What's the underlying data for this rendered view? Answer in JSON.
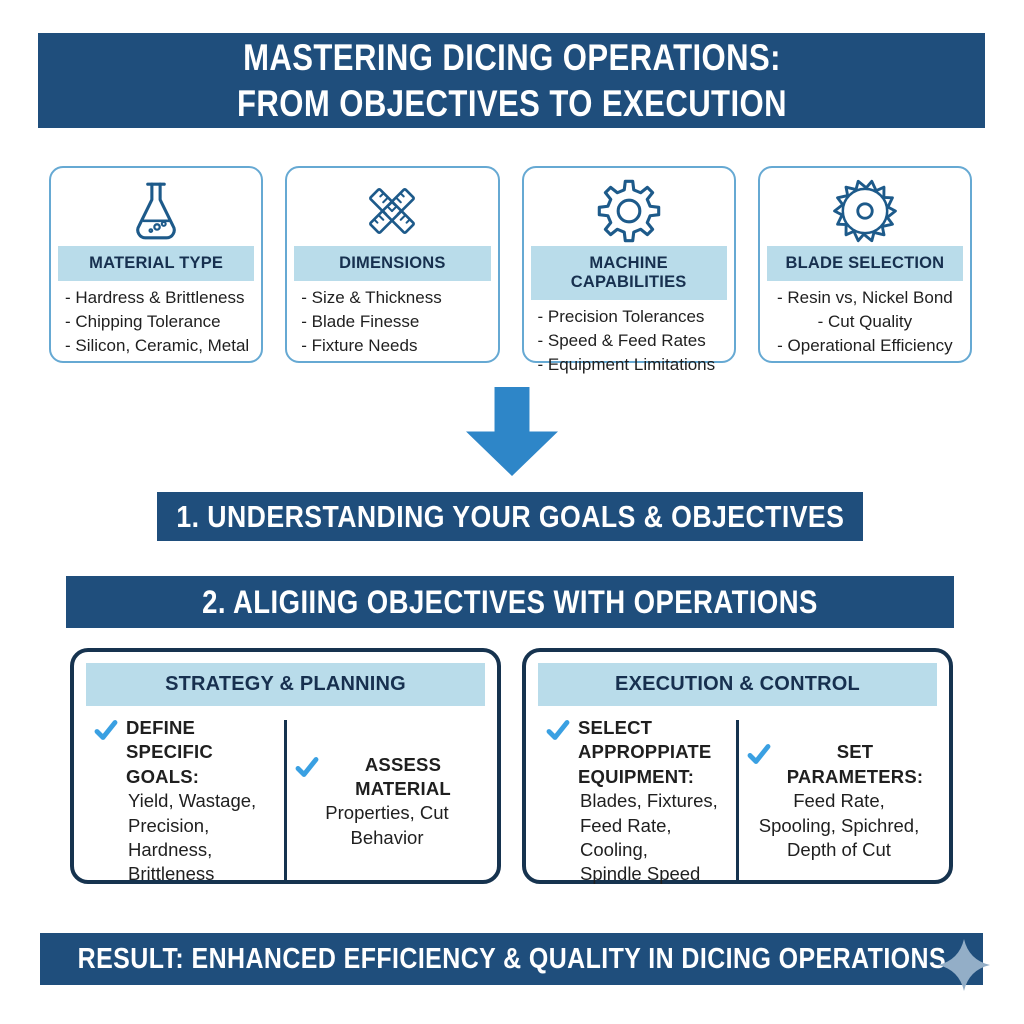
{
  "header": {
    "title": "MASTERING DICING OPERATIONS: FROM OBJECTIVES TO EXECUTION"
  },
  "factor_cards": [
    {
      "icon": "flask-icon",
      "title": "MATERIAL TYPE",
      "items": [
        "- Hardress & Brittleness",
        "- Chipping Tolerance",
        "- Silicon, Ceramic, Metal"
      ]
    },
    {
      "icon": "rulers-icon",
      "title": "DIMENSIONS",
      "items": [
        "- Size & Thickness",
        "- Blade Finesse",
        "- Fixture Needs"
      ]
    },
    {
      "icon": "gear-icon",
      "title": "MACHINE CAPABILITIES",
      "items": [
        "- Precision Tolerances",
        "- Speed & Feed Rates",
        "- Equipment Limitations"
      ]
    },
    {
      "icon": "saw-blade-icon",
      "title": "BLADE SELECTION",
      "items": [
        "- Resin vs, Nickel Bond",
        "- Cut Quality",
        "- Operational Efficiency"
      ]
    }
  ],
  "steps": [
    {
      "label": "1. UNDERSTANDING YOUR GOALS & OBJECTIVES"
    },
    {
      "label": "2. ALIGIING OBJECTIVES WITH OPERATIONS"
    }
  ],
  "process_cards": [
    {
      "title": "STRATEGY & PLANNING",
      "columns": [
        {
          "heading": "DEFINE SPECIFIC GOALS:",
          "lines": [
            "Yield, Wastage,",
            "Precision,",
            "Hardness, Brittleness"
          ]
        },
        {
          "heading": "ASSESS MATERIAL",
          "lines": [
            "Properties, Cut Behavior"
          ]
        }
      ]
    },
    {
      "title": "EXECUTION & CONTROL",
      "columns": [
        {
          "heading": "SELECT APPROPPIATE EQUIPMENT:",
          "lines": [
            "Blades, Fixtures,",
            "Feed Rate, Cooling,",
            "Spindle Speed"
          ]
        },
        {
          "heading": "SET PARAMETERS:",
          "lines": [
            "Feed Rate,",
            "Spooling, Spichred,",
            "Depth of Cut"
          ]
        }
      ]
    }
  ],
  "result": {
    "label": "RESULT: ENHANCED EFFICIENCY & QUALITY IN DICING OPERATIONS"
  },
  "colors": {
    "navy": "#1f4e7c",
    "band_blue": "#b9dcea",
    "card_border": "#66a9d3",
    "dark_border": "#16334f",
    "arrow_blue": "#2e86c8",
    "check_blue": "#3aa0e2",
    "icon_stroke": "#1d5a8a",
    "sparkle": "#93aec7"
  }
}
